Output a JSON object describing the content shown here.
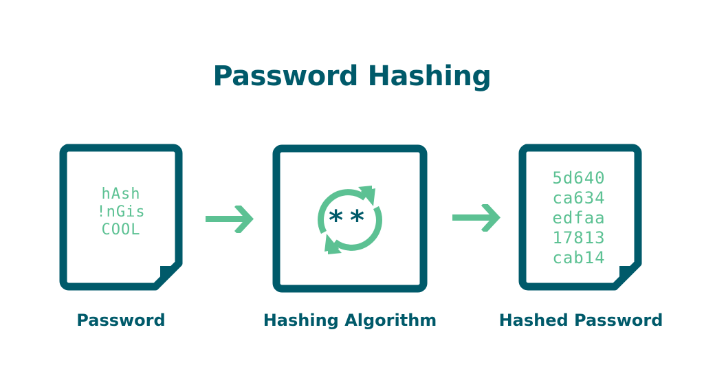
{
  "title": "Password Hashing",
  "colors": {
    "primary": "#005a6a",
    "accent": "#5cc193",
    "background": "#ffffff"
  },
  "nodes": [
    {
      "label": "Password",
      "icon": "document-icon",
      "content_lines": [
        "hAsh",
        "!nGis",
        "COOL"
      ]
    },
    {
      "label": "Hashing Algorithm",
      "icon": "refresh-cycle-icon",
      "content_symbols": [
        "*",
        "*"
      ]
    },
    {
      "label": "Hashed Password",
      "icon": "document-icon",
      "content_lines": [
        "5d640",
        "ca634",
        "edfaa",
        "17813",
        "cab14"
      ]
    }
  ],
  "edges": [
    {
      "from": "Password",
      "to": "Hashing Algorithm",
      "icon": "arrow-right-icon"
    },
    {
      "from": "Hashing Algorithm",
      "to": "Hashed Password",
      "icon": "arrow-right-icon"
    }
  ]
}
